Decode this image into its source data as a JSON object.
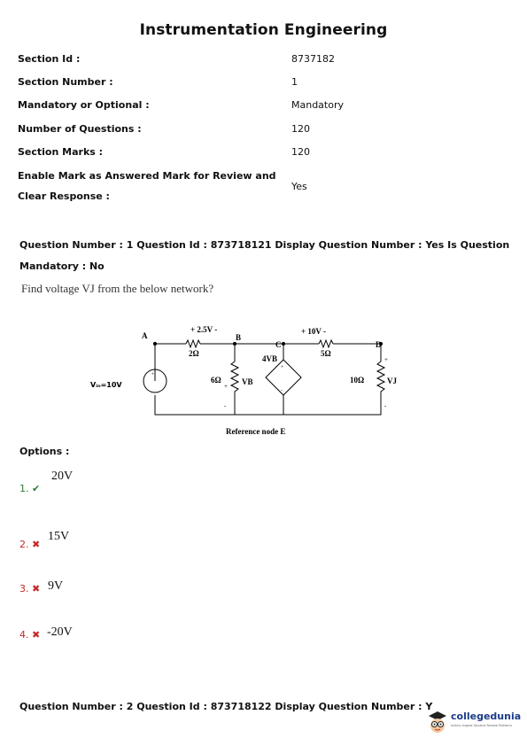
{
  "title": "Instrumentation Engineering",
  "section": [
    {
      "label": "Section Id :",
      "value": "8737182"
    },
    {
      "label": "Section Number :",
      "value": "1"
    },
    {
      "label": "Mandatory or Optional :",
      "value": "Mandatory"
    },
    {
      "label": "Number of Questions :",
      "value": "120"
    },
    {
      "label": "Section Marks :",
      "value": "120"
    },
    {
      "label_line1": "Enable Mark as Answered Mark for Review and",
      "label_line2": "Clear Response :",
      "value": "Yes"
    }
  ],
  "question1": {
    "header_line1": "Question Number : 1 Question Id : 873718121 Display Question Number : Yes Is Question",
    "header_line2": "Mandatory : No",
    "text": "Find voltage VJ from the below network?",
    "circuit": {
      "v_2r": "+ 2.5V -",
      "r_2": "2Ω",
      "v_5r": "+ 10V -",
      "r_5": "5Ω",
      "r_6": "6Ω",
      "r_10": "10Ω",
      "node_a": "A",
      "node_b": "B",
      "node_c": "C",
      "node_d": "D",
      "vin": "Vᵢₙ=10V",
      "vb": "VB",
      "vj": "VJ",
      "dep_source": "4VB",
      "reference": "Reference node E"
    }
  },
  "options_label": "Options :",
  "options": [
    {
      "num": "1.",
      "mark": "✔",
      "value": "20V",
      "correct": true
    },
    {
      "num": "2.",
      "mark": "✖",
      "value": "15V",
      "correct": false
    },
    {
      "num": "3.",
      "mark": "✖",
      "value": "9V",
      "correct": false
    },
    {
      "num": "4.",
      "mark": "✖",
      "value": "-20V",
      "correct": false
    }
  ],
  "question2": {
    "header": "Question Number : 2 Question Id : 873718122 Display Question Number : Y"
  },
  "logo": {
    "name": "collegedunia",
    "tagline": "India's largest Student Review Platform"
  },
  "colors": {
    "correct": "#2e7d32",
    "wrong": "#c62828",
    "logo": "#1a3c8a"
  }
}
